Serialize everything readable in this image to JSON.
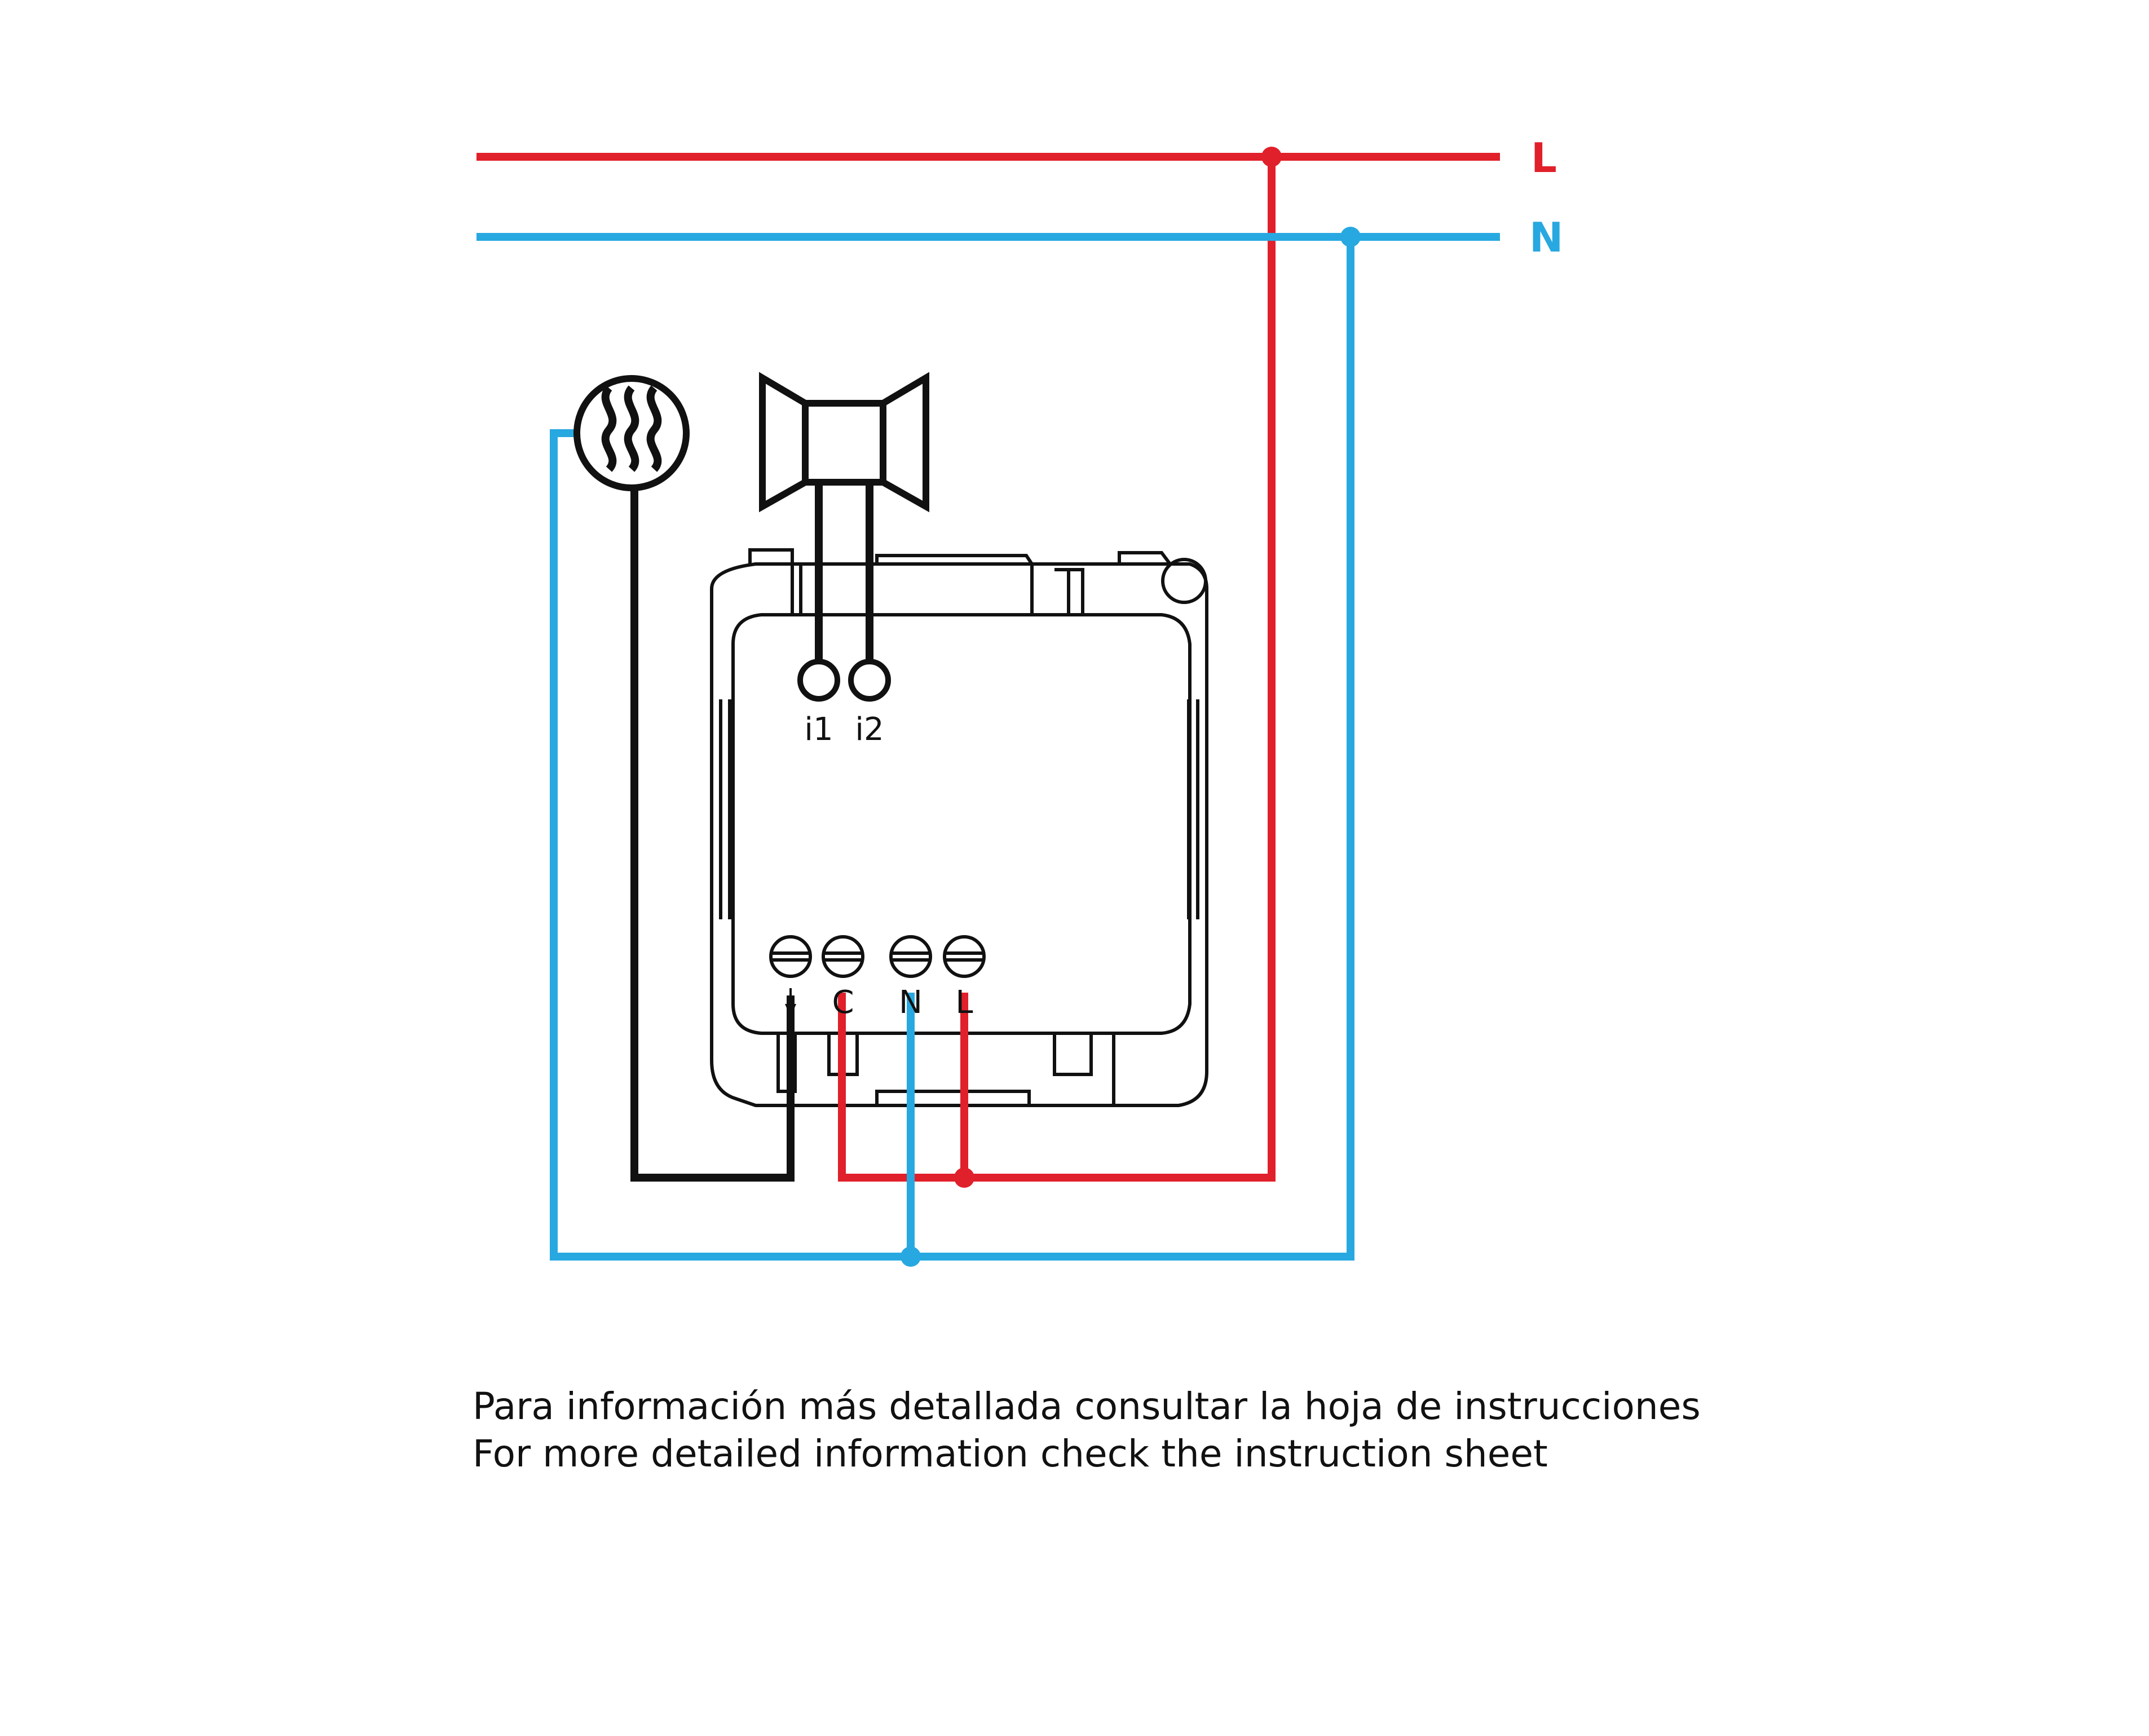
{
  "diagram": {
    "bus_labels": {
      "line": "L",
      "neutral": "N"
    },
    "input_terminals": {
      "i1": "i1",
      "i2": "i2"
    },
    "output_terminals": {
      "c": "C",
      "n": "N",
      "l": "L"
    },
    "devices": {
      "heater": "heater-icon",
      "siren": "siren-icon",
      "ground": "ground-arrow-icon"
    },
    "colors": {
      "line": "#e0202a",
      "neutral": "#28a8e0",
      "load": "#111111"
    }
  },
  "caption": {
    "spanish": "Para información más detallada consultar la hoja de instrucciones",
    "english": "For more detailed information check the instruction sheet"
  }
}
